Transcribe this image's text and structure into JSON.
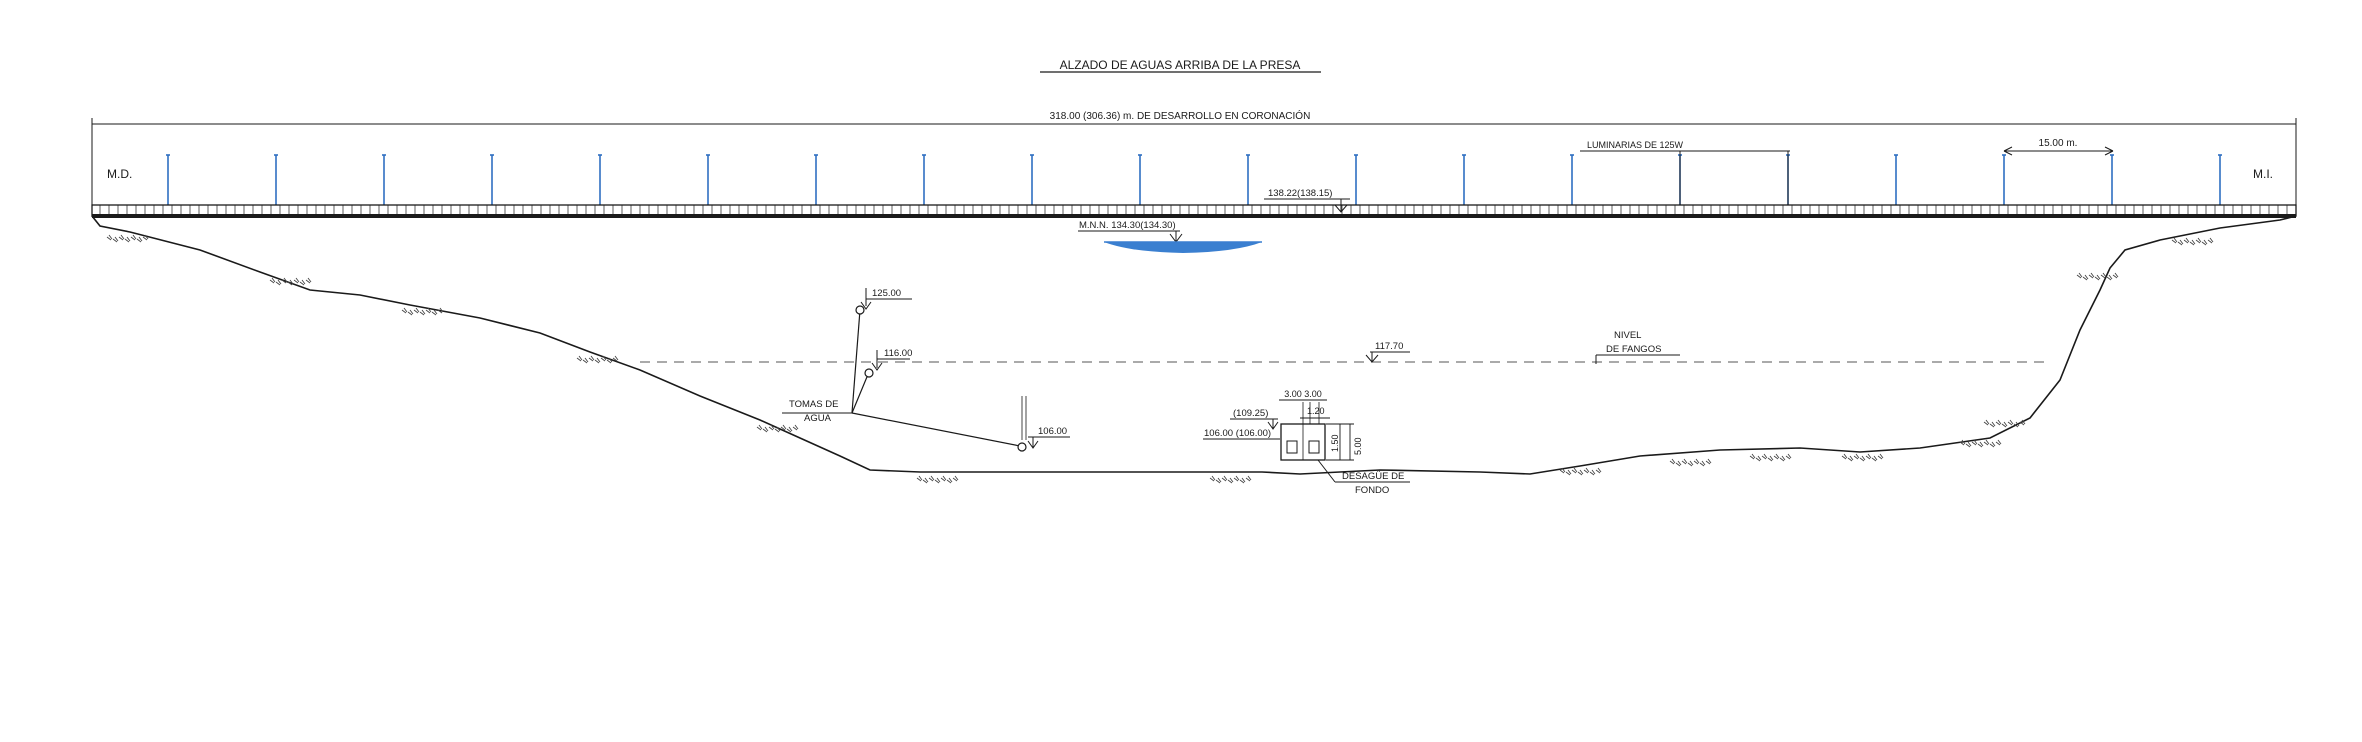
{
  "title": "ALZADO DE AGUAS ARRIBA DE LA PRESA",
  "length_dimension": "318.00 (306.36) m. DE DESARROLLO EN CORONACIÓN",
  "left_bank": "M.D.",
  "right_bank": "M.I.",
  "luminarias_label": "LUMINARIAS DE 125W",
  "spacing_label": "15.00 m.",
  "crest_level": "138.22(138.15)",
  "mnn_level": "M.N.N. 134.30(134.30)",
  "level_125": "125.00",
  "level_116": "116.00",
  "level_106": "106.00",
  "tomas_line1": "TOMAS DE",
  "tomas_line2": "AGUA",
  "fangos_level": "117.70",
  "fangos_line1": "NIVEL",
  "fangos_line2": "DE FANGOS",
  "outlet_dim_top": "3.00 3.00",
  "outlet_dim_120": "1.20",
  "outlet_level_10925": "(109.25)",
  "outlet_level_106": "106.00 (106.00)",
  "outlet_dim_150": "1.50",
  "outlet_dim_500": "5.00",
  "desague_line1": "DESAGÜE DE",
  "desague_line2": "FONDO",
  "colors": {
    "ink": "#1a1a1a",
    "lamp_posts": "#2f6fc1",
    "water": "#3a7fd0"
  }
}
